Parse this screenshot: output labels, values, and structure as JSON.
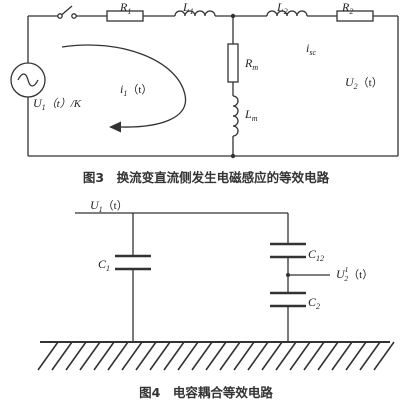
{
  "figure3": {
    "labels": {
      "R1": "R",
      "R1_sub": "1",
      "L1": "L",
      "L1_sub": "1",
      "L2": "L",
      "L2_sub": "2",
      "R2": "R",
      "R2_sub": "2",
      "Rm": "R",
      "Rm_sub": "m",
      "Lm": "L",
      "Lm_sub": "m",
      "i1": "i",
      "i1_sub": "1",
      "i1_arg": "（t）",
      "isc": "i",
      "isc_sub": "sc",
      "U2": "U",
      "U2_sub": "2",
      "U2_arg": "（t）",
      "U1": "U",
      "U1_sub": "1",
      "U1_arg": "（t）/K"
    },
    "caption": "图3　换流变直流侧发生电磁感应的等效电路"
  },
  "figure4": {
    "labels": {
      "U1": "U",
      "U1_sub": "1",
      "U1_arg": "（t）",
      "C1": "C",
      "C1_sub": "1",
      "C12": "C",
      "C12_sub": "12",
      "C2": "C",
      "C2_sub": "2",
      "U2": "U",
      "U2_sup": "1",
      "U2_sub": "2",
      "U2_arg": "（t）"
    },
    "caption": "图4　电容耦合等效电路"
  }
}
